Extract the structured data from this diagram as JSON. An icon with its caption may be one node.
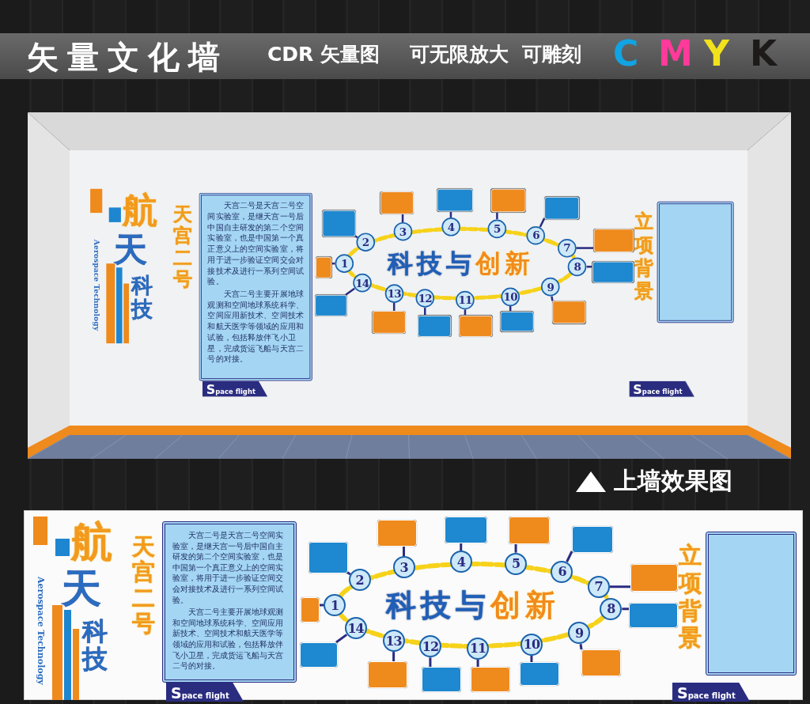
{
  "diagram": {
    "title": "矢量文化墙",
    "nodes": [
      {
        "text": [
          "天宫二号是天宫二号空间实验室，是继天宫一号后中国自主研发的第二个空间实验室，也是中国第一个真正意义上的空间实验室，将用于进一步验证空间交会对接技术及进行一系列空间试验。",
          "天宫二号主要开展地球观测和空间地球系统科学、空间应用新技术、空间技术和航天医学等领域的应用和试验，包括释放伴飞小卫星，完成货运飞船与天宫二号的对接。"
        ]
      },
      {
        "text": [
          "科技与创新"
        ]
      },
      {
        "text": [
          "1"
        ]
      },
      {
        "text": [
          "2"
        ]
      },
      {
        "text": [
          "3"
        ]
      },
      {
        "text": [
          "4"
        ]
      },
      {
        "text": [
          "5"
        ]
      },
      {
        "text": [
          "6"
        ]
      },
      {
        "text": [
          "7"
        ]
      },
      {
        "text": [
          "8"
        ]
      },
      {
        "text": [
          "9"
        ]
      },
      {
        "text": [
          "10"
        ]
      },
      {
        "text": [
          "11"
        ]
      },
      {
        "text": [
          "12"
        ]
      },
      {
        "text": [
          "13"
        ]
      },
      {
        "text": [
          "14"
        ]
      },
      {
        "text": [],
        "shape": "box"
      },
      {
        "text": [],
        "shape": "box"
      },
      {
        "text": [],
        "shape": "box"
      },
      {
        "text": [],
        "shape": "box"
      },
      {
        "text": [],
        "shape": "box"
      },
      {
        "text": [],
        "shape": "box"
      },
      {
        "text": [],
        "shape": "box"
      },
      {
        "text": [],
        "shape": "box"
      },
      {
        "text": [],
        "shape": "box"
      },
      {
        "text": [],
        "shape": "box"
      },
      {
        "text": [],
        "shape": "box"
      },
      {
        "text": [],
        "shape": "box"
      },
      {
        "text": [],
        "shape": "box"
      },
      {
        "text": [],
        "shape": "box"
      },
      {
        "text": [],
        "shape": "box"
      },
      {
        "text": [
          "天宫二号是天宫二号空间实验室，是继天宫一号后中国自主研发的第二个空间实验室，也是中国第一个真正意义上的空间实验室，将用于进一步验证空间交会对接技术及进行一系列空间试验。",
          "天宫二号主要开展地球观测和空间地球系统科学、空间应用新技术、空间技术和航天医学等领域的应用和试验，包括释放伴飞小卫星，完成货运飞船与天宫二号的对接。"
        ]
      },
      {
        "text": [
          "科技与创新"
        ]
      },
      {
        "text": [
          "1"
        ]
      },
      {
        "text": [
          "2"
        ]
      },
      {
        "text": [
          "3"
        ]
      },
      {
        "text": [
          "4"
        ]
      },
      {
        "text": [
          "5"
        ]
      },
      {
        "text": [
          "6"
        ]
      },
      {
        "text": [
          "7"
        ]
      },
      {
        "text": [
          "8"
        ]
      },
      {
        "text": [
          "9"
        ]
      },
      {
        "text": [
          "10"
        ]
      },
      {
        "text": [
          "11"
        ]
      },
      {
        "text": [
          "12"
        ]
      },
      {
        "text": [
          "13"
        ]
      },
      {
        "text": [
          "14"
        ]
      },
      {
        "text": [],
        "shape": "box"
      },
      {
        "text": [],
        "shape": "box"
      },
      {
        "text": [],
        "shape": "box"
      },
      {
        "text": [],
        "shape": "box"
      },
      {
        "text": [],
        "shape": "box"
      },
      {
        "text": [],
        "shape": "box"
      },
      {
        "text": [],
        "shape": "box"
      },
      {
        "text": [],
        "shape": "box"
      },
      {
        "text": [],
        "shape": "box"
      },
      {
        "text": [],
        "shape": "box"
      },
      {
        "text": [],
        "shape": "box"
      },
      {
        "text": [],
        "shape": "box"
      },
      {
        "text": [],
        "shape": "box"
      },
      {
        "text": [],
        "shape": "box"
      },
      {
        "text": [],
        "shape": "box"
      }
    ],
    "edges": [
      {
        "from": 2,
        "to": 16,
        "arrow": "none"
      },
      {
        "from": 3,
        "to": 17,
        "arrow": "none"
      },
      {
        "from": 4,
        "to": 18,
        "arrow": "none"
      },
      {
        "from": 5,
        "to": 19,
        "arrow": "none"
      },
      {
        "from": 6,
        "to": 20,
        "arrow": "none"
      },
      {
        "from": 7,
        "to": 21,
        "arrow": "none"
      },
      {
        "from": 8,
        "to": 22,
        "arrow": "none"
      },
      {
        "from": 9,
        "to": 23,
        "arrow": "none"
      },
      {
        "from": 10,
        "to": 24,
        "arrow": "none"
      },
      {
        "from": 11,
        "to": 25,
        "arrow": "none"
      },
      {
        "from": 12,
        "to": 26,
        "arrow": "none"
      },
      {
        "from": 13,
        "to": 27,
        "arrow": "none"
      },
      {
        "from": 14,
        "to": 28,
        "arrow": "none"
      },
      {
        "from": 15,
        "to": 29,
        "arrow": "none"
      },
      {
        "from": 33,
        "to": 47,
        "arrow": "none"
      },
      {
        "from": 34,
        "to": 48,
        "arrow": "none"
      },
      {
        "from": 35,
        "to": 49,
        "arrow": "none"
      },
      {
        "from": 36,
        "to": 50,
        "arrow": "none"
      },
      {
        "from": 37,
        "to": 51,
        "arrow": "none"
      },
      {
        "from": 38,
        "to": 52,
        "arrow": "none"
      },
      {
        "from": 39,
        "to": 53,
        "arrow": "none"
      },
      {
        "from": 40,
        "to": 54,
        "arrow": "none"
      },
      {
        "from": 41,
        "to": 55,
        "arrow": "none"
      },
      {
        "from": 42,
        "to": 56,
        "arrow": "none"
      },
      {
        "from": 43,
        "to": 57,
        "arrow": "none"
      },
      {
        "from": 44,
        "to": 58,
        "arrow": "none"
      },
      {
        "from": 45,
        "to": 59,
        "arrow": "none"
      },
      {
        "from": 46,
        "to": 60,
        "arrow": "none"
      }
    ],
    "labels": [
      "CDR 矢量图",
      "可无限放大",
      "可雕刻",
      "C",
      "M",
      "Y",
      "K",
      "航",
      "天",
      "科技",
      "Aerospace Technology",
      "天宫二号",
      "Space flight",
      "立项背景",
      "Space flight",
      "上墙效果图",
      "航",
      "天",
      "科技",
      "Aerospace Technology",
      "天宫二号",
      "Space flight",
      "立项背景",
      "Space flight"
    ]
  }
}
